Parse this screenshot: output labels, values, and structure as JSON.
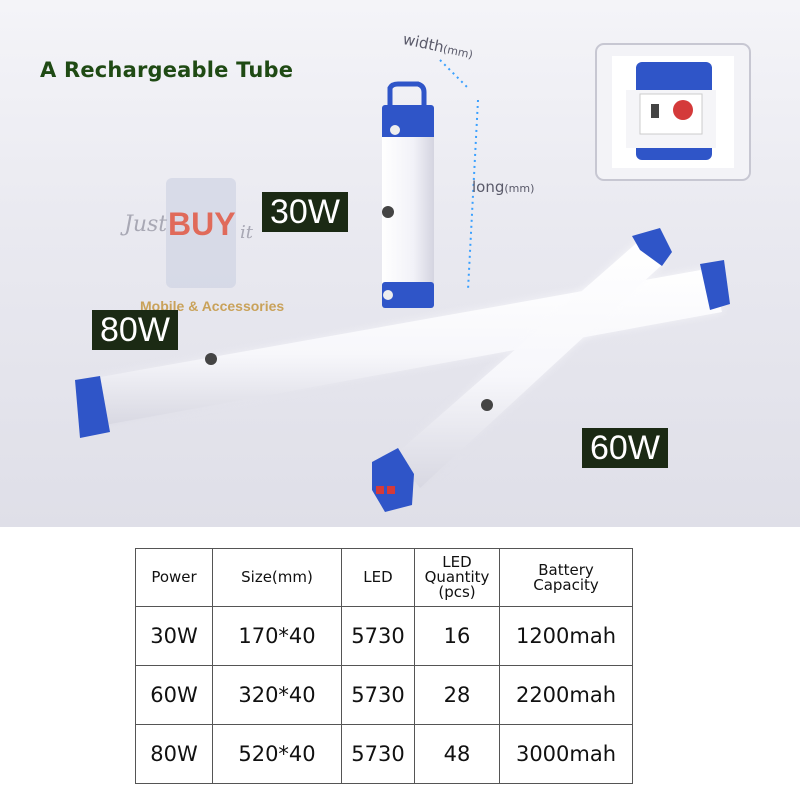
{
  "title": "A Rechargeable Tube",
  "labels": {
    "badge_30": "30W",
    "badge_80": "80W",
    "badge_60": "60W",
    "width_unit": "width",
    "width_unit_mm": "(mm)",
    "long_unit": "long",
    "long_unit_mm": "(mm)"
  },
  "watermark": {
    "just": "Just",
    "buy": "BUY",
    "it": "it",
    "sub": "Mobile & Accessories"
  },
  "table": {
    "headers": {
      "power": "Power",
      "size": "Size(mm)",
      "led": "LED",
      "qty_line1": "LED",
      "qty_line2": "Quantity",
      "qty_line3": "(pcs)",
      "battery_line1": "Battery",
      "battery_line2": "Capacity"
    },
    "rows": [
      {
        "power": "30W",
        "size": "170*40",
        "led": "5730",
        "qty": "16",
        "battery": "1200mah"
      },
      {
        "power": "60W",
        "size": "320*40",
        "led": "5730",
        "qty": "28",
        "battery": "2200mah"
      },
      {
        "power": "80W",
        "size": "520*40",
        "led": "5730",
        "qty": "48",
        "battery": "3000mah"
      }
    ]
  },
  "colors": {
    "cap_blue": "#2f55c8",
    "badge_bg": "#1b2a14",
    "title": "#1f4a14"
  }
}
